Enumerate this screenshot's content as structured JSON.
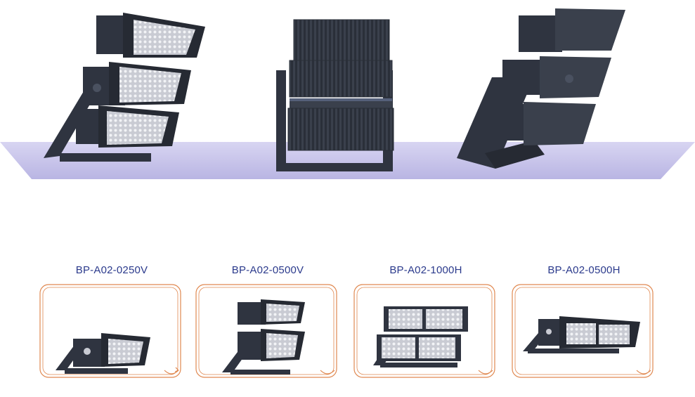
{
  "colors": {
    "platform": "#c9c6ea",
    "housing": "#2f3440",
    "housing_light": "#4a5160",
    "led_panel": "#dcdde3",
    "frame": "#e08850",
    "label": "#2b3a8c"
  },
  "hero_images": [
    {
      "icon": "floodlight-triple-angled-icon"
    },
    {
      "icon": "floodlight-triple-rear-icon"
    },
    {
      "icon": "floodlight-triple-side-icon"
    }
  ],
  "products": [
    {
      "label": "BP-A02-0250V",
      "icon": "floodlight-single-icon"
    },
    {
      "label": "BP-A02-0500V",
      "icon": "floodlight-double-stacked-icon"
    },
    {
      "label": "BP-A02-1000H",
      "icon": "floodlight-quad-icon"
    },
    {
      "label": "BP-A02-0500H",
      "icon": "floodlight-double-wide-icon"
    }
  ]
}
